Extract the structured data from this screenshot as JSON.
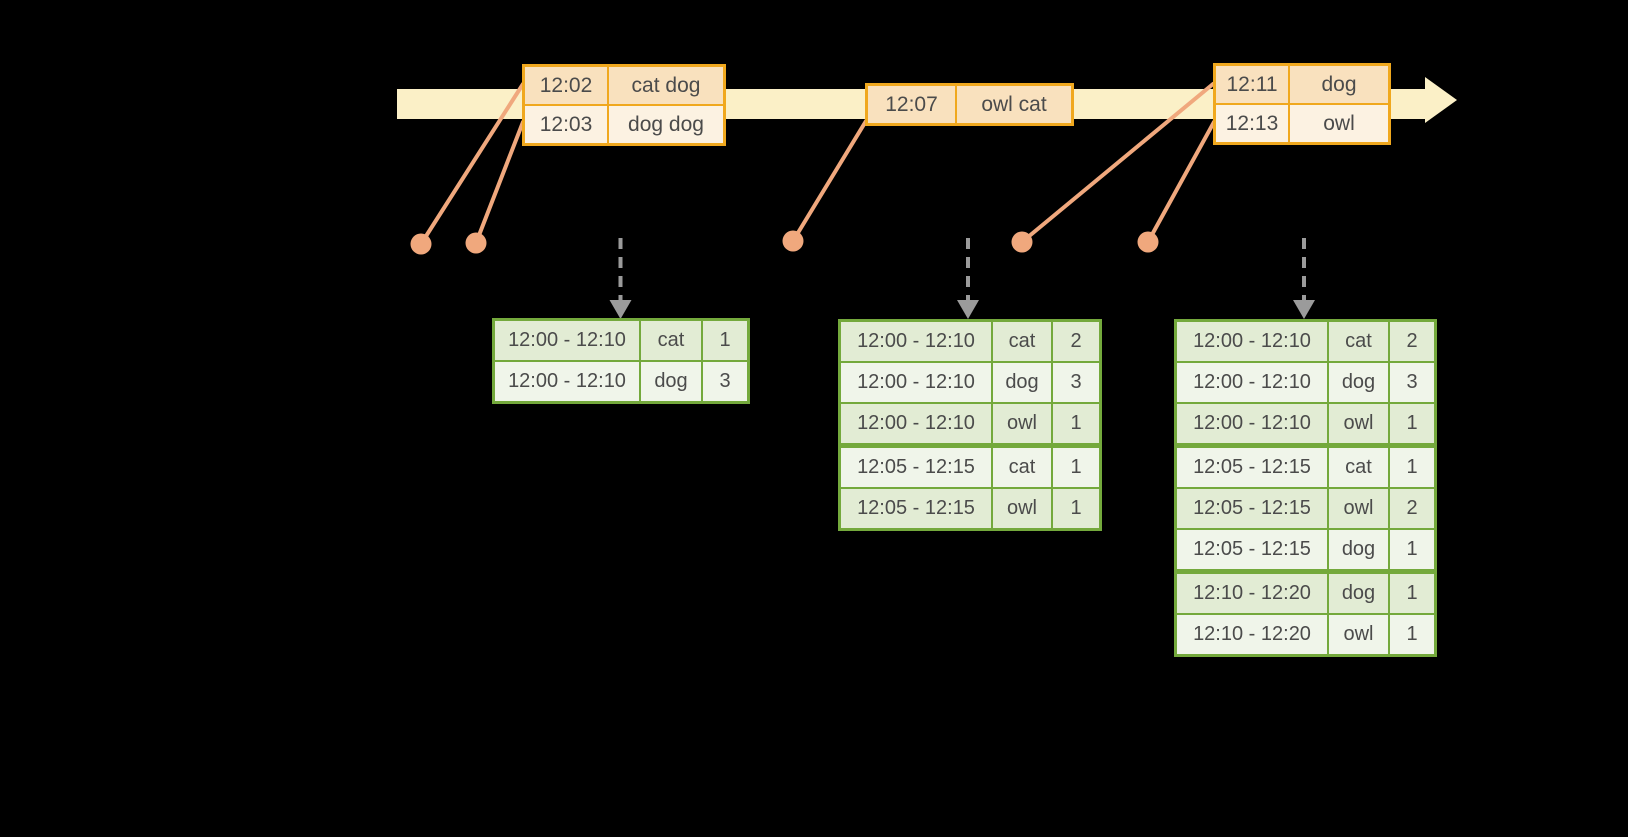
{
  "colors": {
    "background": "#000000",
    "timeline_fill": "#FBF0C7",
    "event_border": "#F0A81E",
    "event_row_dark": "#F9E1BE",
    "event_row_light": "#FCF2E2",
    "event_row_single": "#FBECD6",
    "connector": "#F0A87D",
    "trigger_arrow": "#9B9B9B",
    "result_border": "#74A93C",
    "result_row_dark": "#E2ECD4",
    "result_row_light": "#F0F5EA",
    "text": "#4B4B4B"
  },
  "timeline": {
    "event_tables": [
      {
        "rows": [
          {
            "time": "12:02",
            "words": "cat dog"
          },
          {
            "time": "12:03",
            "words": "dog dog"
          }
        ]
      },
      {
        "rows": [
          {
            "time": "12:07",
            "words": "owl cat"
          }
        ]
      },
      {
        "rows": [
          {
            "time": "12:11",
            "words": "dog"
          },
          {
            "time": "12:13",
            "words": "owl"
          }
        ]
      }
    ]
  },
  "result_tables": [
    {
      "rows": [
        [
          "12:00 - 12:10",
          "cat",
          "1"
        ],
        [
          "12:00 - 12:10",
          "dog",
          "3"
        ]
      ],
      "group_starts": []
    },
    {
      "rows": [
        [
          "12:00 - 12:10",
          "cat",
          "2"
        ],
        [
          "12:00 - 12:10",
          "dog",
          "3"
        ],
        [
          "12:00 - 12:10",
          "owl",
          "1"
        ],
        [
          "12:05 - 12:15",
          "cat",
          "1"
        ],
        [
          "12:05 - 12:15",
          "owl",
          "1"
        ]
      ],
      "group_starts": [
        3
      ]
    },
    {
      "rows": [
        [
          "12:00 - 12:10",
          "cat",
          "2"
        ],
        [
          "12:00 - 12:10",
          "dog",
          "3"
        ],
        [
          "12:00 - 12:10",
          "owl",
          "1"
        ],
        [
          "12:05 - 12:15",
          "cat",
          "1"
        ],
        [
          "12:05 - 12:15",
          "owl",
          "2"
        ],
        [
          "12:05 - 12:15",
          "dog",
          "1"
        ],
        [
          "12:10 - 12:20",
          "dog",
          "1"
        ],
        [
          "12:10 - 12:20",
          "owl",
          "1"
        ]
      ],
      "group_starts": [
        3,
        6
      ]
    }
  ]
}
